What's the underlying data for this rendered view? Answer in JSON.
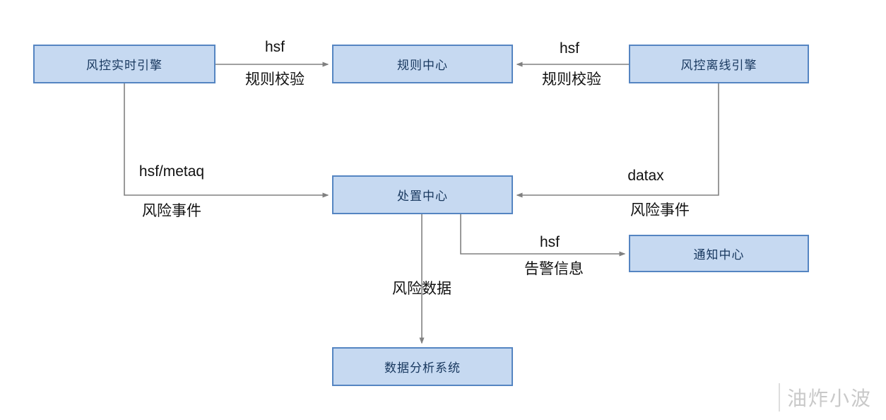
{
  "diagram": {
    "watermark": "油炸小波"
  },
  "colors": {
    "node_fill": "#c6d9f1",
    "node_border": "#5585c2",
    "node_text": "#17375e",
    "arrow": "#808080",
    "edge_label_text": "#111111",
    "watermark_text": "#c9c9c9"
  },
  "nodes": {
    "realtime": {
      "label": "风控实时引擎"
    },
    "rule_center": {
      "label": "规则中心"
    },
    "offline": {
      "label": "风控离线引擎"
    },
    "disposal": {
      "label": "处置中心"
    },
    "notify": {
      "label": "通知中心"
    },
    "analysis": {
      "label": "数据分析系统"
    }
  },
  "edges": {
    "realtime_to_rule": {
      "from": "风控实时引擎",
      "to": "规则中心",
      "protocol": "hsf",
      "desc": "规则校验"
    },
    "offline_to_rule": {
      "from": "风控离线引擎",
      "to": "规则中心",
      "protocol": "hsf",
      "desc": "规则校验"
    },
    "realtime_to_disposal": {
      "from": "风控实时引擎",
      "to": "处置中心",
      "protocol": "hsf/metaq",
      "desc": "风险事件"
    },
    "offline_to_disposal": {
      "from": "风控离线引擎",
      "to": "处置中心",
      "protocol": "datax",
      "desc": "风险事件"
    },
    "disposal_to_notify": {
      "from": "处置中心",
      "to": "通知中心",
      "protocol": "hsf",
      "desc": "告警信息"
    },
    "disposal_to_analysis": {
      "from": "处置中心",
      "to": "数据分析系统",
      "desc": "风险数据"
    }
  }
}
